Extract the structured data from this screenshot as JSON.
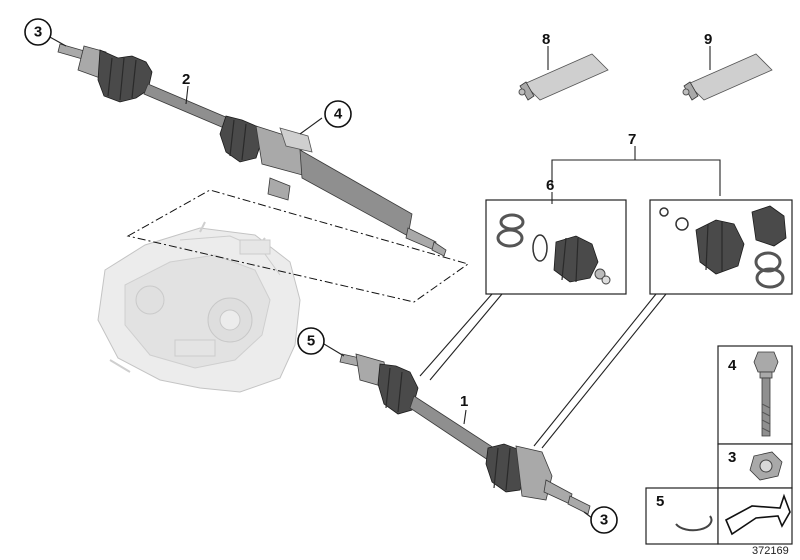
{
  "callouts": {
    "c1": "1",
    "c2": "2",
    "c3_top": "3",
    "c3_bottom": "3",
    "c4": "4",
    "c5": "5",
    "c6": "6",
    "c7": "7",
    "c8": "8",
    "c9": "9"
  },
  "legend": {
    "bolt": "4",
    "nut": "3",
    "ring": "5"
  },
  "image_id": "372169",
  "colors": {
    "boot": "#4a4a4a",
    "shaft": "#8f8f8f",
    "gearbox": "#e6e6e6"
  }
}
